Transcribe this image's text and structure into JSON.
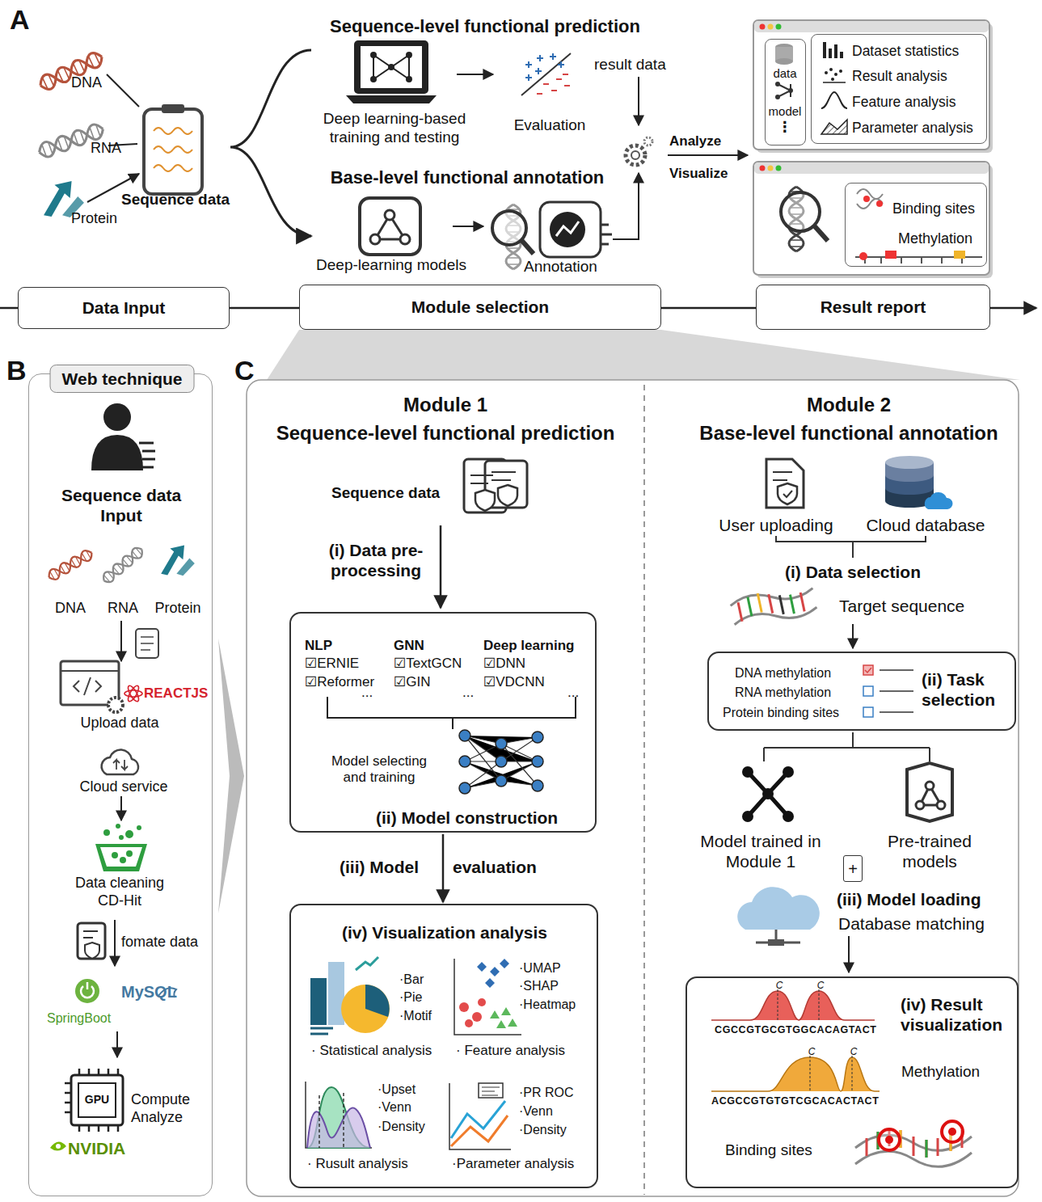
{
  "diagram": {
    "nodes": [
      {
        "text": [
          "Data Input"
        ]
      },
      {
        "text": [
          "Module selection"
        ]
      },
      {
        "text": [
          "Result report"
        ]
      },
      {
        "text": [
          "data",
          "model",
          "⋮"
        ]
      },
      {
        "text": [
          "Dataset statistics",
          "Result analysis",
          "Feature analysis",
          "Parameter analysis"
        ]
      },
      {
        "text": [
          "Binding sites",
          "Methylation"
        ]
      },
      {
        "text": [
          "Web technique"
        ]
      },
      {
        "text": [
          "Module 1",
          "Sequence-level functional prediction"
        ]
      },
      {
        "text": [
          "NLP",
          "☑ERNIE",
          "☑Reformer",
          "...",
          "GNN",
          "☑TextGCN",
          "☑GIN",
          "...",
          "Deep learning",
          "☑DNN",
          "☑VDCNN",
          "...",
          "Model selecting and training",
          "(ii) Model construction"
        ],
        "in": 7
      },
      {
        "text": [
          "(iv) Visualization analysis",
          "·Bar",
          "·Pie",
          "·Motif",
          "· Statistical analysis",
          "·UMAP",
          "·SHAP",
          "·Heatmap",
          "· Feature analysis",
          "·Upset",
          "·Venn",
          "·Density",
          "· Rusult analysis",
          "·PR ROC",
          "·Venn",
          "·Density",
          "·Parameter analysis"
        ],
        "in": 7
      },
      {
        "text": [
          "Module 2",
          "Base-level functional annotation"
        ]
      },
      {
        "text": [
          "DNA methylation",
          "RNA methylation",
          "Protein binding sites",
          "(ii) Task selection"
        ],
        "in": 10
      },
      {
        "text": [
          "+"
        ],
        "in": 10
      },
      {
        "text": [
          "(iv) Result visualization",
          "C",
          "C",
          "CGCCGTGCGTGGCACAGTACT",
          "Methylation",
          "C",
          "C",
          "ACGCCGTGTGTCGCACACTACT",
          "Binding sites"
        ],
        "in": 10
      }
    ],
    "edges": [
      {
        "from": 8,
        "to": 9,
        "arrow": "to"
      }
    ],
    "labels": [
      "A",
      "DNA",
      "RNA",
      "Protein",
      "Sequence data",
      "Sequence-level functional prediction",
      "Deep learning-based training and testing",
      "Evaluation",
      "result data",
      "Base-level functional annotation",
      "Deep-learning models",
      "Annotation",
      "Analyze",
      "Visualize",
      "B",
      "Sequence data Input",
      "DNA",
      "RNA",
      "Protein",
      "REACTJS",
      "Upload data",
      "Cloud service",
      "Data cleaning CD-Hit",
      "fomate data",
      "SpringBoot",
      "MySQL",
      "Compute Analyze",
      "NVIDIA",
      "C",
      "Sequence data",
      "(i) Data pre-processing",
      "(iii) Model",
      "evaluation",
      "User uploading",
      "Cloud database",
      "(i) Data selection",
      "Target sequence",
      "Model trained in Module 1",
      "Pre-trained models",
      "(iii) Model loading",
      "Database matching",
      "GPU"
    ]
  }
}
